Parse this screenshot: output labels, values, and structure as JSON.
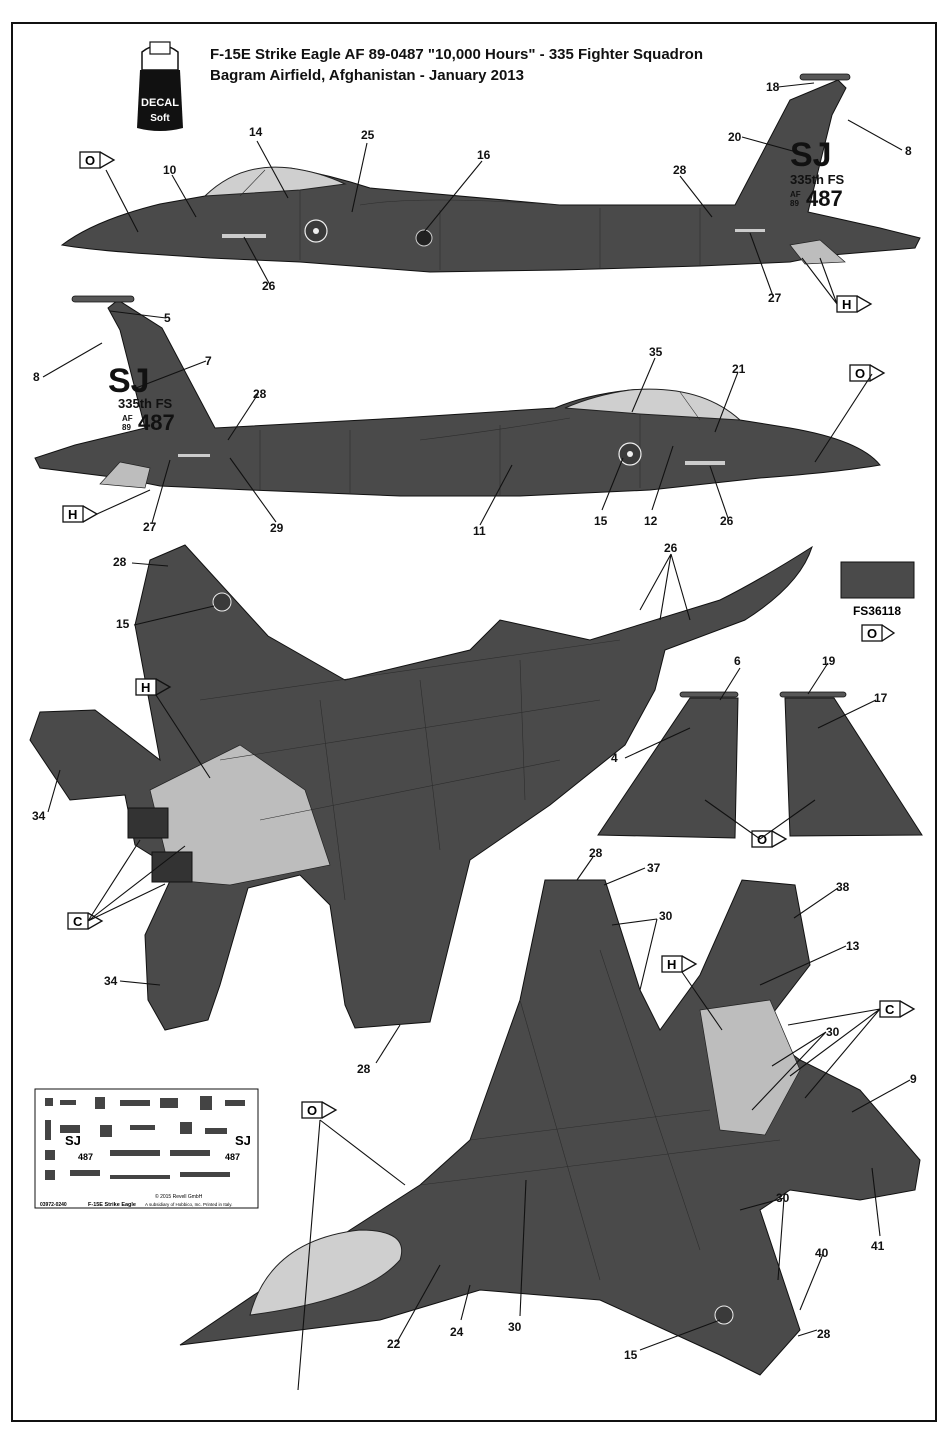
{
  "header": {
    "title_line1": "F-15E Strike Eagle AF 89-0487 \"10,000 Hours\" - 335 Fighter Squadron",
    "title_line2": "Bagram Airfield, Afghanistan - January 2013"
  },
  "logo": {
    "line1": "DECAL",
    "line2": "Soft"
  },
  "color_swatch": {
    "code": "FS36118",
    "letter": "O",
    "hex": "#4a4a4a"
  },
  "tail_markings": {
    "code": "SJ",
    "squadron": "335th FS",
    "af": "AF",
    "year": "89",
    "serial": "487"
  },
  "callout_letters": {
    "o": "O",
    "h": "H",
    "c": "C"
  },
  "callouts": {
    "c18": "18",
    "c8a": "8",
    "c20": "20",
    "c14": "14",
    "c25": "25",
    "c16": "16",
    "c10": "10",
    "c28a": "28",
    "c26a": "26",
    "c27a": "27",
    "c5": "5",
    "c7": "7",
    "c8b": "8",
    "c28b": "28",
    "c35": "35",
    "c21": "21",
    "c27b": "27",
    "c29": "29",
    "c11": "11",
    "c15a": "15",
    "c12": "12",
    "c26b": "26",
    "c28c": "28",
    "c26c": "26",
    "c15b": "15",
    "c34a": "34",
    "c34b": "34",
    "c28d": "28",
    "c6": "6",
    "c19": "19",
    "c17": "17",
    "c4": "4",
    "c28e": "28",
    "c37": "37",
    "c30a": "30",
    "c38": "38",
    "c13": "13",
    "c30b": "30",
    "c9": "9",
    "c41": "41",
    "c30c": "30",
    "c40": "40",
    "c28f": "28",
    "c15c": "15",
    "c22": "22",
    "c24": "24",
    "c30d": "30"
  },
  "decal_sheet": {
    "part_no": "03972-0240",
    "name": "F-15E Strike Eagle",
    "copyright": "© 2015 Revell GmbH",
    "note": "A subsidiary of Hobbico, Inc. Printed in Italy."
  }
}
